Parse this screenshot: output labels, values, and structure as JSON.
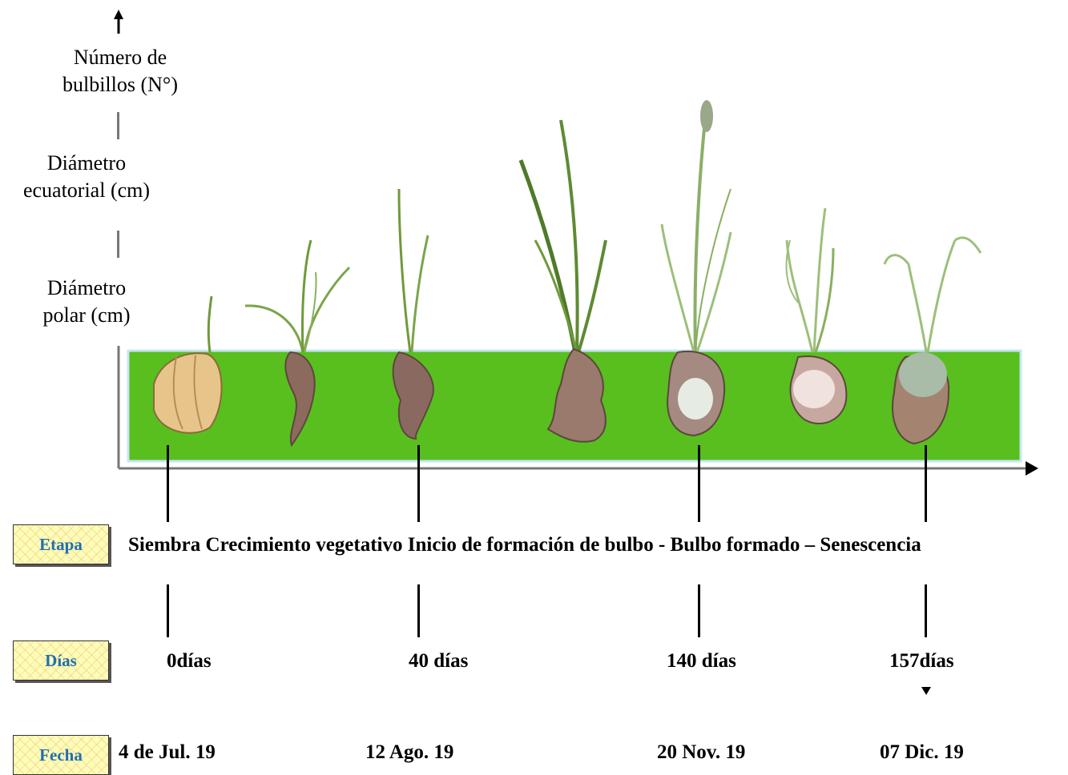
{
  "y_axis_labels": {
    "num_bulbillos": "Número de bulbillos (N°)",
    "diam_ecuatorial": "Diámetro ecuatorial (cm)",
    "diam_polar": "Diámetro polar (cm)"
  },
  "rows": {
    "etapa": {
      "label": "Etapa",
      "text": "Siembra Crecimiento vegetativo  Inicio de formación de bulbo - Bulbo formado – Senescencia"
    },
    "dias": {
      "label": "Días",
      "values": [
        "0días",
        "40 días",
        "140 días",
        "157días"
      ]
    },
    "fecha": {
      "label": "Fecha",
      "values": [
        "4 de Jul. 19",
        "12 Ago. 19",
        "20 Nov. 19",
        "07 Dic. 19"
      ]
    }
  },
  "colors": {
    "field_green": "#58bf1f",
    "label_blue": "#1f6fb5",
    "box_yellow": "#fffbb8"
  },
  "icons": [
    "garlic-clove",
    "garlic-plant",
    "garlic-bulb"
  ]
}
